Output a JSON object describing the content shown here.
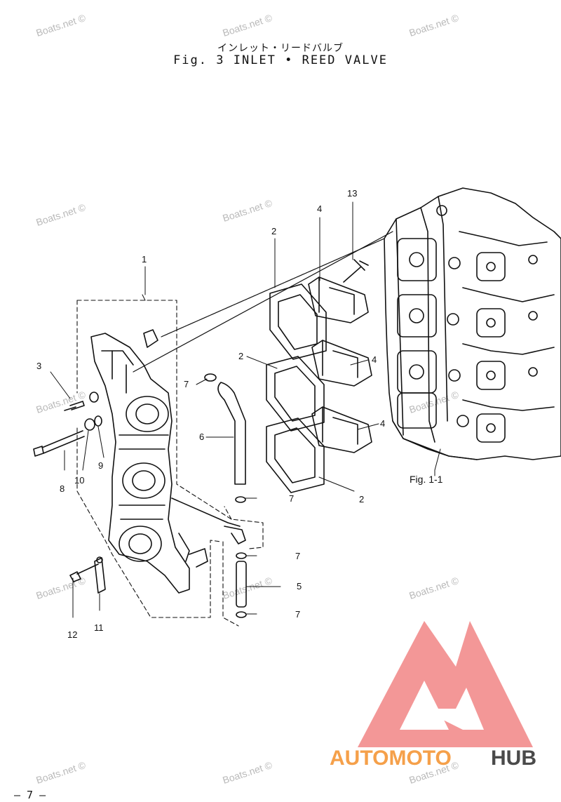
{
  "title": {
    "japanese": "インレット・リードバルブ",
    "english": "Fig. 3  INLET • REED VALVE"
  },
  "watermark": "Boats.net ©",
  "callouts": {
    "c1": "1",
    "c2a": "2",
    "c2b": "2",
    "c2c": "2",
    "c3": "3",
    "c4a": "4",
    "c4b": "4",
    "c4c": "4",
    "c5": "5",
    "c6": "6",
    "c7a": "7",
    "c7b": "7",
    "c7c": "7",
    "c7d": "7",
    "c8": "8",
    "c9": "9",
    "c10": "10",
    "c11": "11",
    "c12": "12",
    "c13": "13"
  },
  "ref_label": "Fig. 1-1",
  "page_number": "– 7 –",
  "logo": {
    "part1": "AUTOMOTO",
    "part2": "HUB",
    "color_red": "#e8202a",
    "color_orange": "#f5a04a",
    "color_dark": "#4a4a4a"
  }
}
